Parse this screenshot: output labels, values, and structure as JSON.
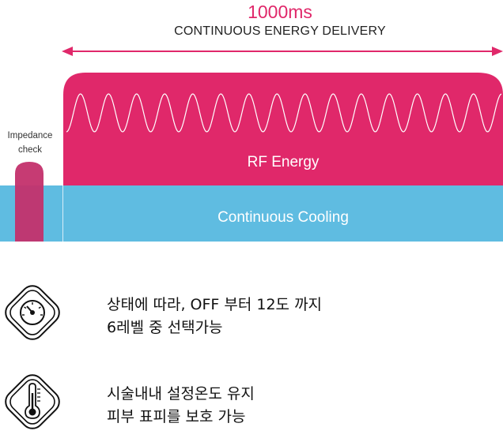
{
  "diagram": {
    "duration_label": "1000ms",
    "delivery_label": "CONTINUOUS ENERGY DELIVERY",
    "rf_label": "RF Energy",
    "cooling_label": "Continuous Cooling",
    "impedance_label_line1": "Impedance",
    "impedance_label_line2": "check"
  },
  "features": [
    {
      "icon": "gauge-icon",
      "line1": "상태에 따라, OFF 부터 12도 까지",
      "line2": "6레벨 중 선택가능"
    },
    {
      "icon": "thermometer-icon",
      "line1": "시술내내 설정온도 유지",
      "line2": "피부 표피를 보호 가능"
    }
  ],
  "colors": {
    "rf": "#e0286a",
    "cooling": "#5fbce1",
    "impedance": "#c0306a",
    "text": "#111111"
  }
}
